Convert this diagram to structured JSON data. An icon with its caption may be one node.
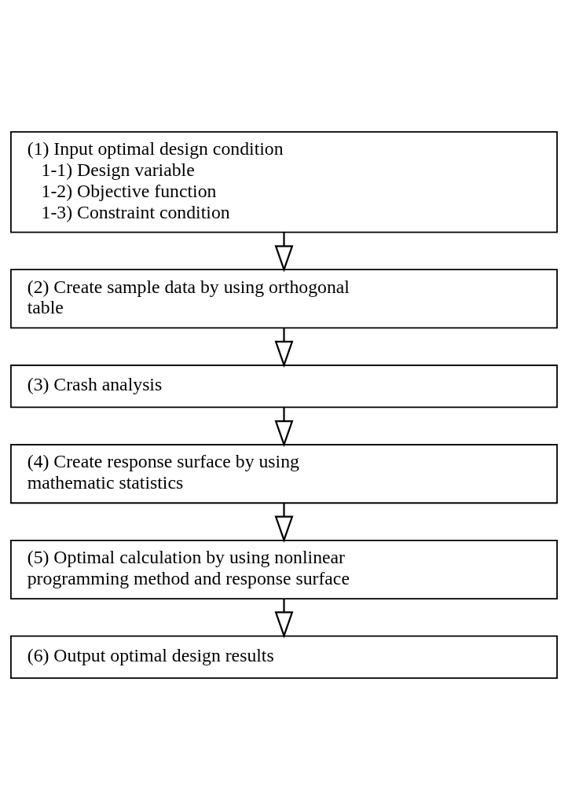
{
  "diagram": {
    "nodes": [
      {
        "text": [
          "(1) Input optimal design condition",
          "1-1) Design variable",
          "1-2) Objective function",
          "1-3) Constraint condition"
        ]
      },
      {
        "text": [
          "(2) Create sample data by using orthogonal table"
        ]
      },
      {
        "text": [
          "(3) Crash analysis"
        ]
      },
      {
        "text": [
          "(4) Create response surface by using mathematic statistics"
        ]
      },
      {
        "text": [
          "(5) Optimal calculation by using nonlinear programming method and response surface"
        ]
      },
      {
        "text": [
          "(6) Output optimal design results"
        ]
      }
    ],
    "edges": [
      {
        "from": 0,
        "to": 1,
        "arrow": "to"
      },
      {
        "from": 1,
        "to": 2,
        "arrow": "to"
      },
      {
        "from": 2,
        "to": 3,
        "arrow": "to"
      },
      {
        "from": 3,
        "to": 4,
        "arrow": "to"
      },
      {
        "from": 4,
        "to": 5,
        "arrow": "to"
      }
    ]
  }
}
